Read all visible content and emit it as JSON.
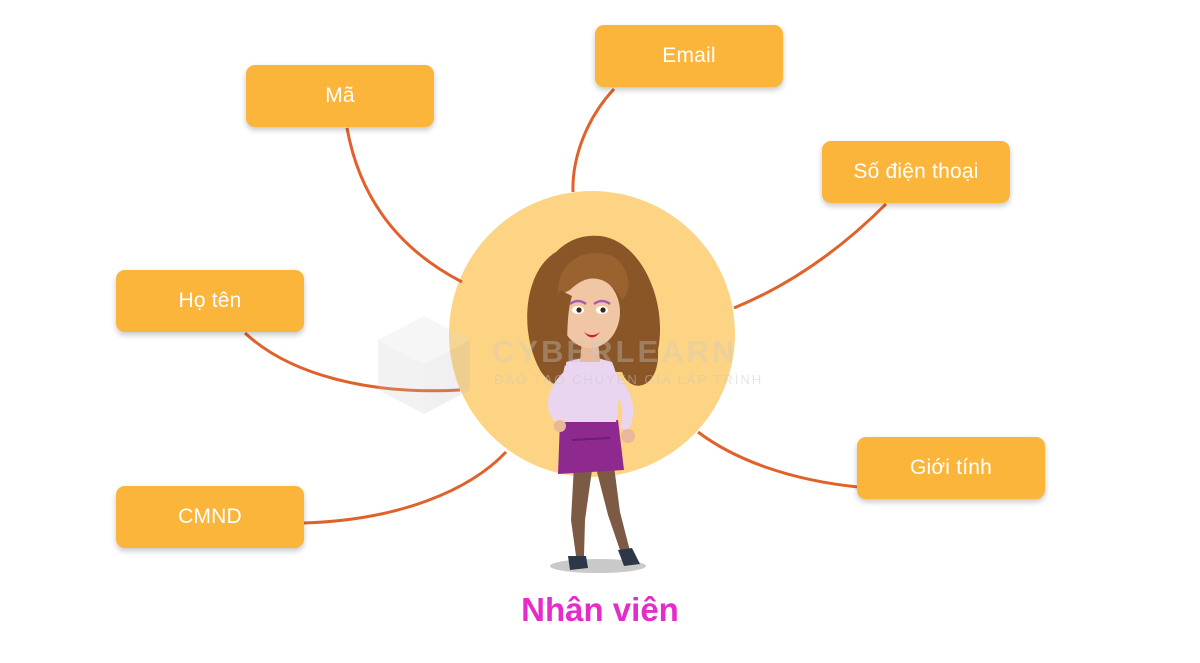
{
  "diagram": {
    "center_label": "Nhân viên",
    "watermark": {
      "brand": "CYBERLEARN",
      "tagline": "ĐÀO TẠO CHUYÊN GIA LẬP TRÌNH"
    },
    "nodes": [
      {
        "id": "ma",
        "label": "Mã"
      },
      {
        "id": "email",
        "label": "Email"
      },
      {
        "id": "so-dien-thoai",
        "label": "Số điện thoại"
      },
      {
        "id": "ho-ten",
        "label": "Họ tên"
      },
      {
        "id": "gioi-tinh",
        "label": "Giới tính"
      },
      {
        "id": "cmnd",
        "label": "CMND"
      }
    ],
    "colors": {
      "node_fill": "#fbb53b",
      "connector": "#e0622a",
      "center_circle": "#fdd483",
      "title": "#e52bc8"
    }
  }
}
